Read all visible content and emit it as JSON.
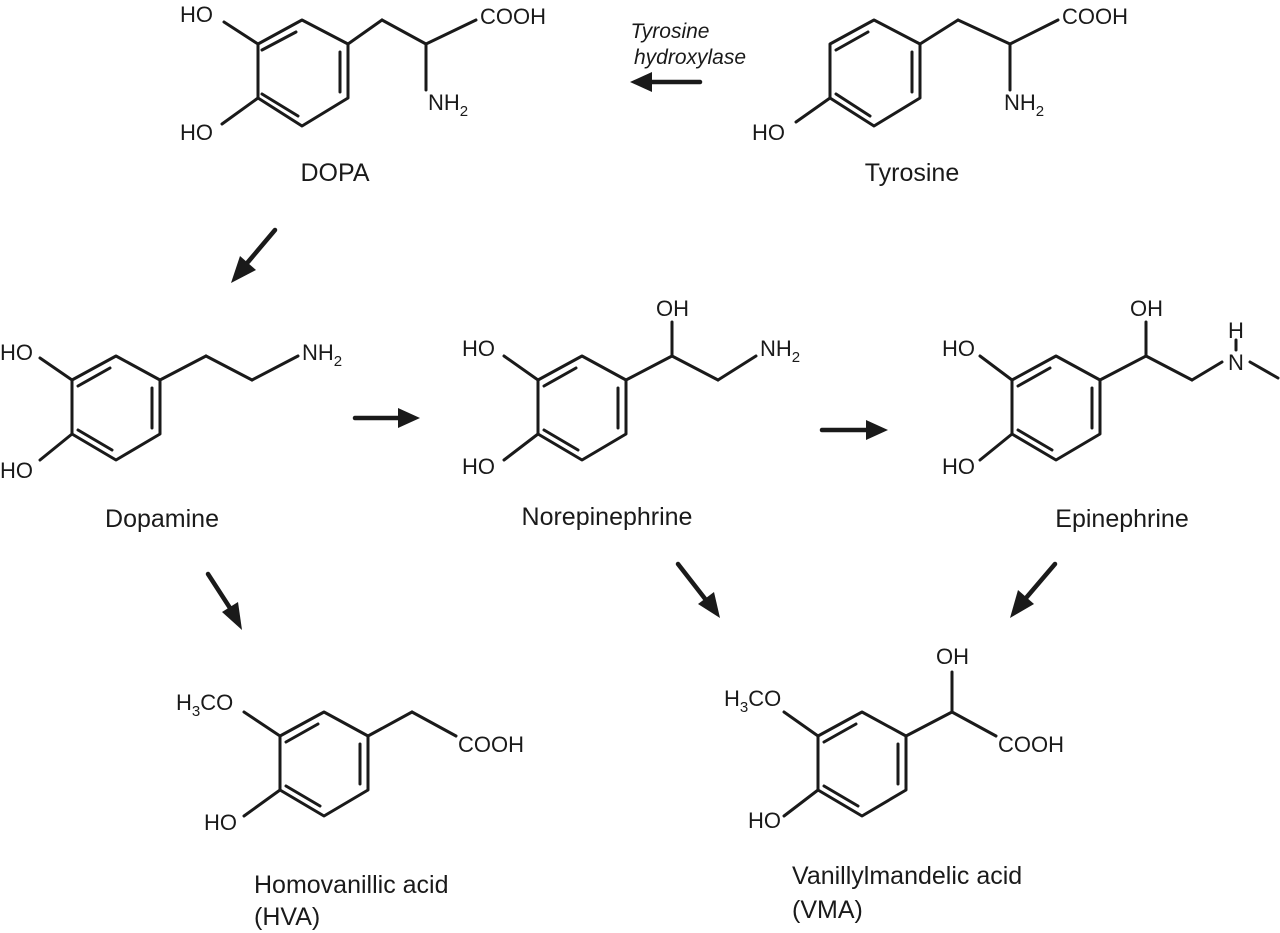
{
  "diagram": {
    "enzyme_label": [
      "Tyrosine",
      "hydroxylase"
    ],
    "molecules": [
      {
        "id": "dopa",
        "name_lines": [
          "DOPA"
        ],
        "labels": {
          "ho_top": "HO",
          "ho_bottom": "HO",
          "cooh": "COOH",
          "amine": "NH",
          "amine_sub": "2"
        }
      },
      {
        "id": "tyrosine",
        "name_lines": [
          "Tyrosine"
        ],
        "labels": {
          "ho": "HO",
          "cooh": "COOH",
          "amine": "NH",
          "amine_sub": "2"
        }
      },
      {
        "id": "dopamine",
        "name_lines": [
          "Dopamine"
        ],
        "labels": {
          "ho_top": "HO",
          "ho_bottom": "HO",
          "amine": "NH",
          "amine_sub": "2"
        }
      },
      {
        "id": "norepinephrine",
        "name_lines": [
          "Norepinephrine"
        ],
        "labels": {
          "ho_top": "HO",
          "ho_bottom": "HO",
          "oh": "OH",
          "amine": "NH",
          "amine_sub": "2"
        }
      },
      {
        "id": "epinephrine",
        "name_lines": [
          "Epinephrine"
        ],
        "labels": {
          "ho_top": "HO",
          "ho_bottom": "HO",
          "oh": "OH",
          "n": "N",
          "h": "H"
        }
      },
      {
        "id": "hva",
        "name_lines": [
          "Homovanillic acid",
          "(HVA)"
        ],
        "labels": {
          "methoxy_h": "H",
          "methoxy_sub": "3",
          "methoxy_rest": "CO",
          "ho": "HO",
          "cooh": "COOH"
        }
      },
      {
        "id": "vma",
        "name_lines": [
          "Vanillylmandelic acid",
          "(VMA)"
        ],
        "labels": {
          "methoxy_h": "H",
          "methoxy_sub": "3",
          "methoxy_rest": "CO",
          "ho": "HO",
          "oh": "OH",
          "cooh": "COOH"
        }
      }
    ]
  }
}
